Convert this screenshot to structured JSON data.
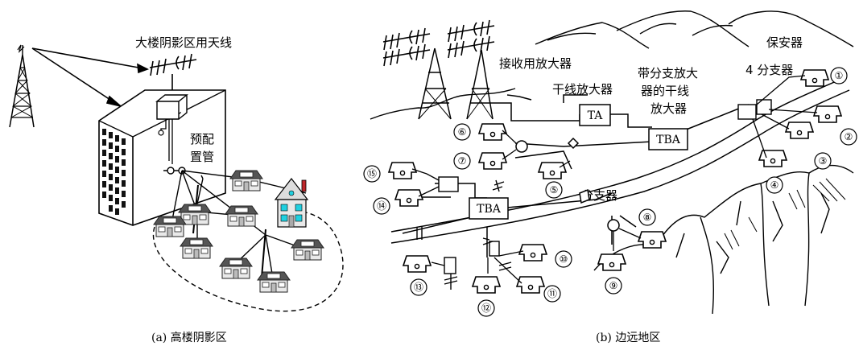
{
  "panel_a": {
    "antenna_label": "大楼阴影区用天线",
    "pipe_label_1": "预配",
    "pipe_label_2": "置管",
    "caption": "(a) 高楼阴影区"
  },
  "panel_b": {
    "receive_amp": "接收用放大器",
    "trunk_amp": "干线放大器",
    "branch_amp_1": "带分支放大",
    "branch_amp_2": "器的干线",
    "branch_amp_3": "放大器",
    "protector": "保安器",
    "four_splitter": "4 分支器",
    "splitter": "分支器",
    "ta": "TA",
    "tba": "TBA",
    "caption": "(b) 边远地区",
    "houses": [
      "①",
      "②",
      "③",
      "④",
      "⑤",
      "⑥",
      "⑦",
      "⑧",
      "⑨",
      "⑩",
      "⑪",
      "⑫",
      "⑬",
      "⑭",
      "⑮"
    ]
  }
}
